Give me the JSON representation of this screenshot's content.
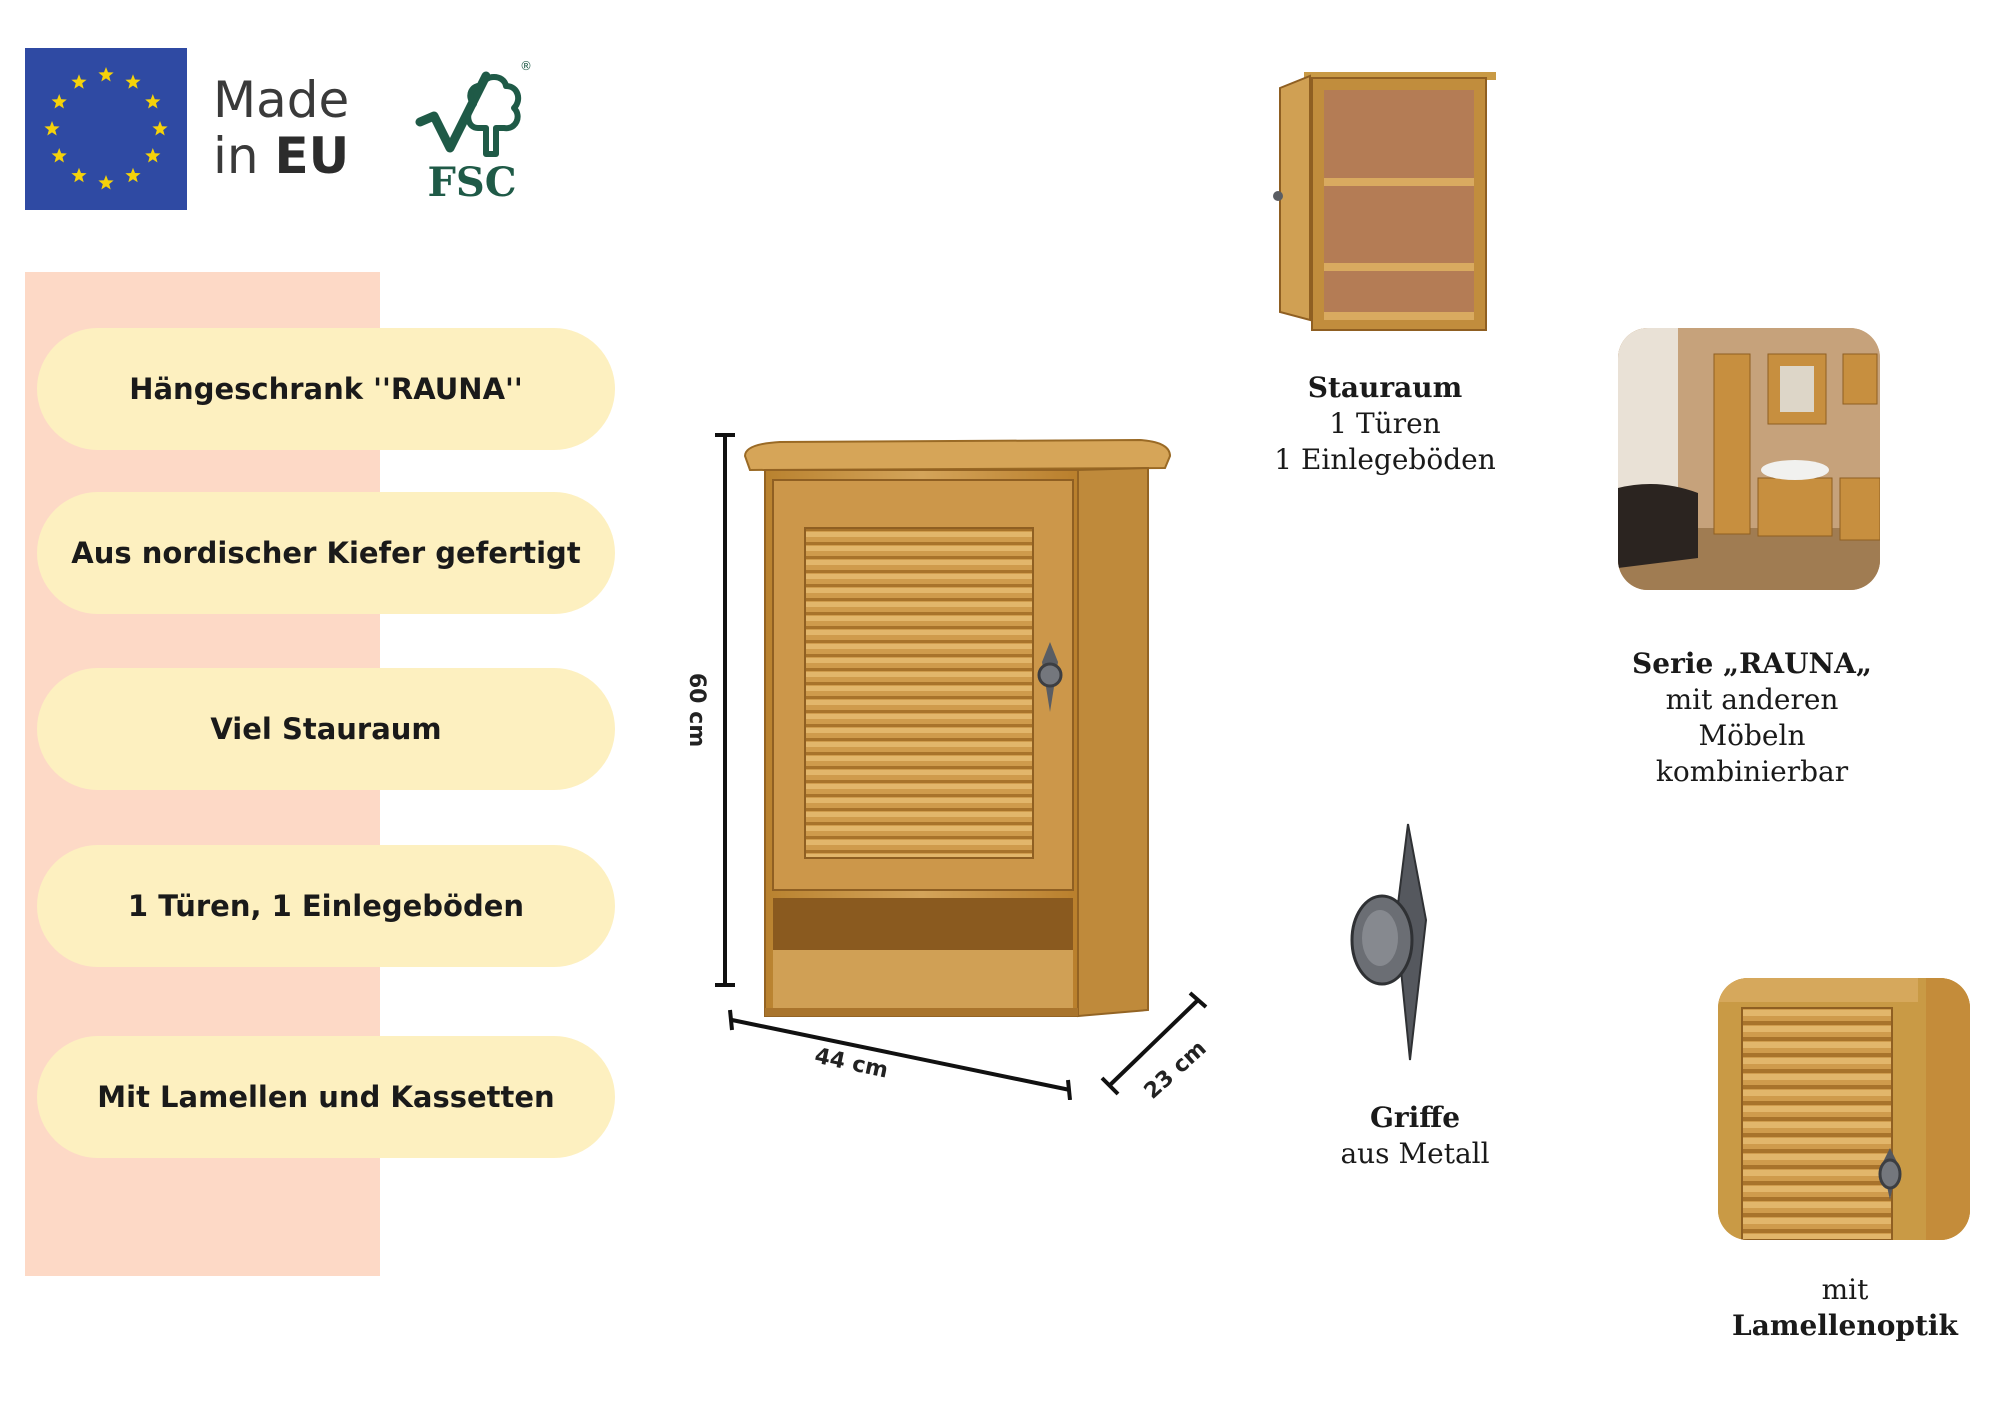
{
  "logos": {
    "eu_flag_icon": "eu-flag-icon",
    "made_in_line1": "Made",
    "made_in_line2_prefix": "in",
    "made_in_line2_bold": "EU",
    "fsc_text": "FSC",
    "fsc_registered": "®"
  },
  "features": [
    {
      "label": "Hängeschrank ''RAUNA''"
    },
    {
      "label": "Aus nordischer Kiefer gefertigt"
    },
    {
      "label": "Viel Stauraum"
    },
    {
      "label": "1 Türen, 1 Einlegeböden"
    },
    {
      "label": "Mit Lamellen und Kassetten"
    }
  ],
  "dimensions": {
    "height": "60 cm",
    "width": "44 cm",
    "depth": "23 cm"
  },
  "captions": {
    "storage": {
      "title": "Stauraum",
      "line1": "1 Türen",
      "line2": "1 Einlegeböden"
    },
    "series": {
      "title": "Serie „RAUNA„",
      "line1": "mit anderen",
      "line2": "Möbeln",
      "line3": "kombinierbar"
    },
    "handle": {
      "title": "Griffe",
      "line1": "aus Metall"
    },
    "slats": {
      "line1": "mit",
      "title": "Lamellenoptik"
    }
  },
  "colors": {
    "eu_blue": "#2f4aa3",
    "eu_star": "#f5d20a",
    "fsc_green": "#1f5a47",
    "band_pink": "#fdd9c6",
    "pill_cream": "#fdf0c0",
    "pine": "#c99a45"
  }
}
